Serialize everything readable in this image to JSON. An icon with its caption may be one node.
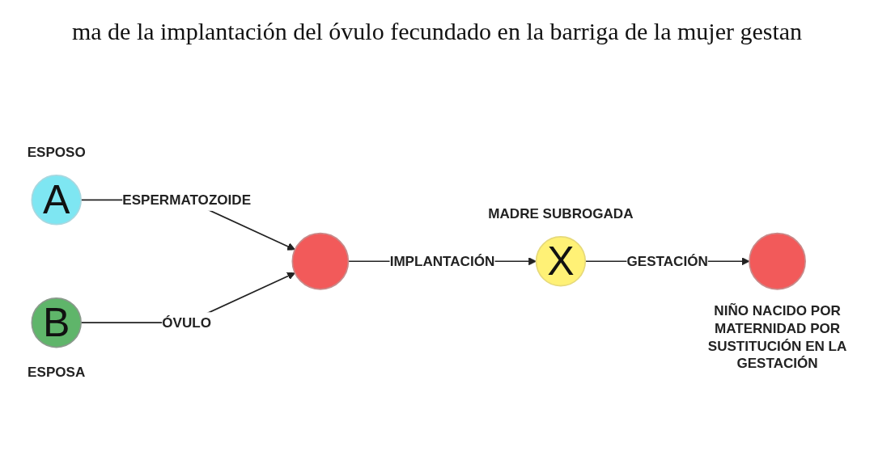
{
  "diagram": {
    "title": "ma de la implantación del óvulo fecundado en la barriga de la mujer gestan",
    "nodes": [
      {
        "text": [
          "A"
        ],
        "beside": [
          "ESPOSO"
        ]
      },
      {
        "text": [
          "B"
        ],
        "beside": [
          "ESPOSA"
        ]
      },
      {
        "text": [],
        "shape": "circle"
      },
      {
        "text": [
          "X"
        ],
        "beside": [
          "MADRE SUBROGADA"
        ]
      },
      {
        "text": [],
        "shape": "circle",
        "beside": [
          "NIÑO NACIDO POR MATERNIDAD POR SUSTITUCIÓN EN LA GESTACIÓN"
        ]
      }
    ],
    "edges": [
      {
        "from": 0,
        "to": 2,
        "arrow": "to",
        "label": "ESPERMATOZOIDE"
      },
      {
        "from": 1,
        "to": 2,
        "arrow": "to",
        "label": "ÓVULO"
      },
      {
        "from": 2,
        "to": 3,
        "arrow": "to",
        "label": "IMPLANTACIÓN"
      },
      {
        "from": 3,
        "to": 4,
        "arrow": "to",
        "label": "GESTACIÓN"
      }
    ]
  }
}
